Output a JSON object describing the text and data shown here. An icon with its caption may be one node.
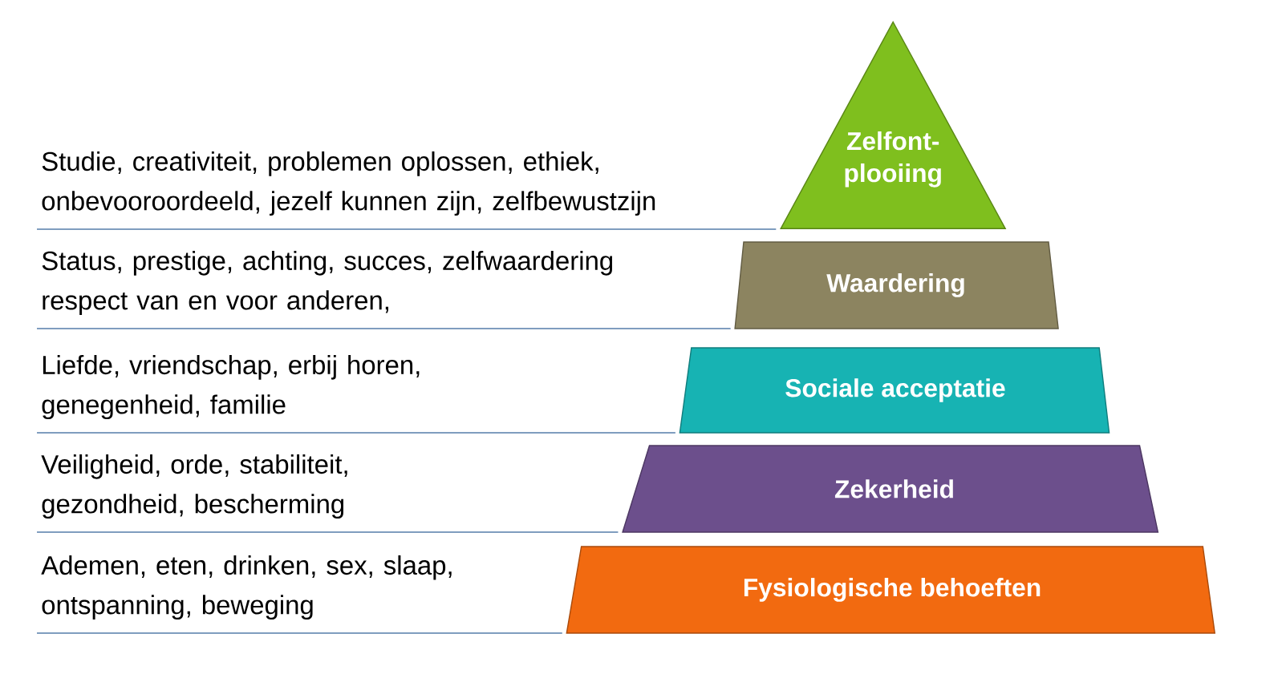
{
  "diagram": {
    "nodes": [
      {
        "text": [
          "Zelfont-plooiing"
        ]
      },
      {
        "text": [
          "Waardering"
        ]
      },
      {
        "text": [
          "Sociale acceptatie"
        ]
      },
      {
        "text": [
          "Zekerheid"
        ]
      },
      {
        "text": [
          "Fysiologische behoeften"
        ]
      },
      {
        "text": [
          "Studie, creativiteit, problemen oplossen, ethiek, onbevooroordeeld, jezelf kunnen zijn, zelfbewustzijn"
        ]
      },
      {
        "text": [
          "Status, prestige, achting, succes, zelfwaardering respect van en voor anderen,"
        ]
      },
      {
        "text": [
          "Liefde, vriendschap, erbij horen, genegenheid, familie"
        ]
      },
      {
        "text": [
          "Veiligheid, orde, stabiliteit, gezondheid, bescherming"
        ]
      },
      {
        "text": [
          "Ademen, eten, drinken, sex, slaap, ontspanning, beweging"
        ]
      }
    ],
    "edges": [
      {
        "from": 5,
        "to": 0,
        "arrow": "none"
      },
      {
        "from": 6,
        "to": 1,
        "arrow": "none"
      },
      {
        "from": 7,
        "to": 2,
        "arrow": "none"
      },
      {
        "from": 8,
        "to": 3,
        "arrow": "none"
      },
      {
        "from": 9,
        "to": 4,
        "arrow": "none"
      }
    ]
  }
}
